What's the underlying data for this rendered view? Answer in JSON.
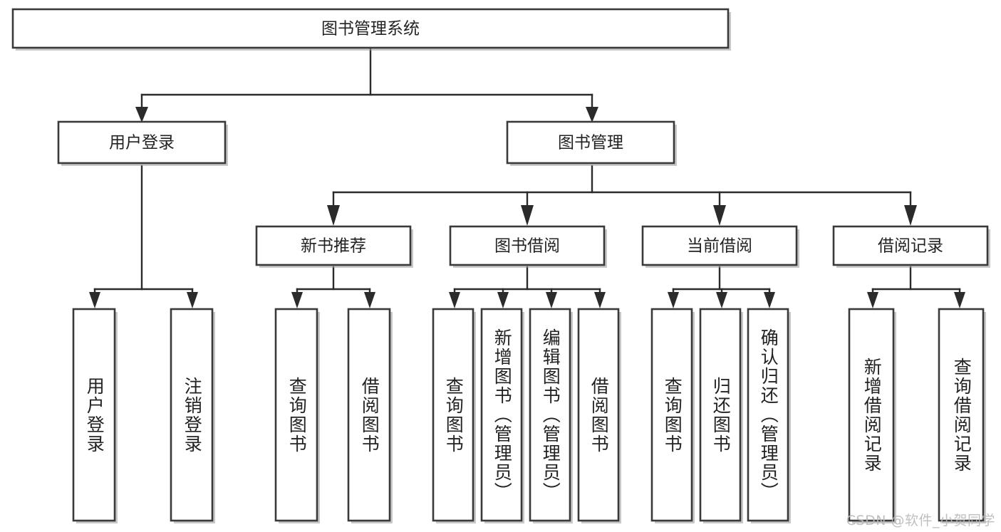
{
  "diagram": {
    "title": "图书管理系统",
    "type": "tree-hierarchy-chart",
    "orientation": "top-down",
    "colors": {
      "box_border": "#3a3a3a",
      "box_fill": "#ffffff",
      "connector": "#2b2b2b",
      "text": "#222222",
      "watermark": "#b9b9b9",
      "background": "#ffffff"
    }
  },
  "root": {
    "label": "图书管理系统"
  },
  "level2": [
    {
      "label": "用户登录"
    },
    {
      "label": "图书管理"
    }
  ],
  "level3": [
    {
      "label": "新书推荐"
    },
    {
      "label": "图书借阅"
    },
    {
      "label": "当前借阅"
    },
    {
      "label": "借阅记录"
    }
  ],
  "leaves": {
    "user_login": [
      {
        "label": "用户登录"
      },
      {
        "label": "注销登录"
      }
    ],
    "new_book_recommend": [
      {
        "label": "查询图书"
      },
      {
        "label": "借阅图书"
      }
    ],
    "book_borrow": [
      {
        "label": "查询图书"
      },
      {
        "label": "新增图书（管理员）"
      },
      {
        "label": "编辑图书（管理员）"
      },
      {
        "label": "借阅图书"
      }
    ],
    "current_borrow": [
      {
        "label": "查询图书"
      },
      {
        "label": "归还图书"
      },
      {
        "label": "确认归还（管理员）"
      }
    ],
    "borrow_record": [
      {
        "label": "新增借阅记录"
      },
      {
        "label": "查询借阅记录"
      }
    ]
  },
  "watermark": {
    "text": "CSDN @软件_小贺同学"
  }
}
